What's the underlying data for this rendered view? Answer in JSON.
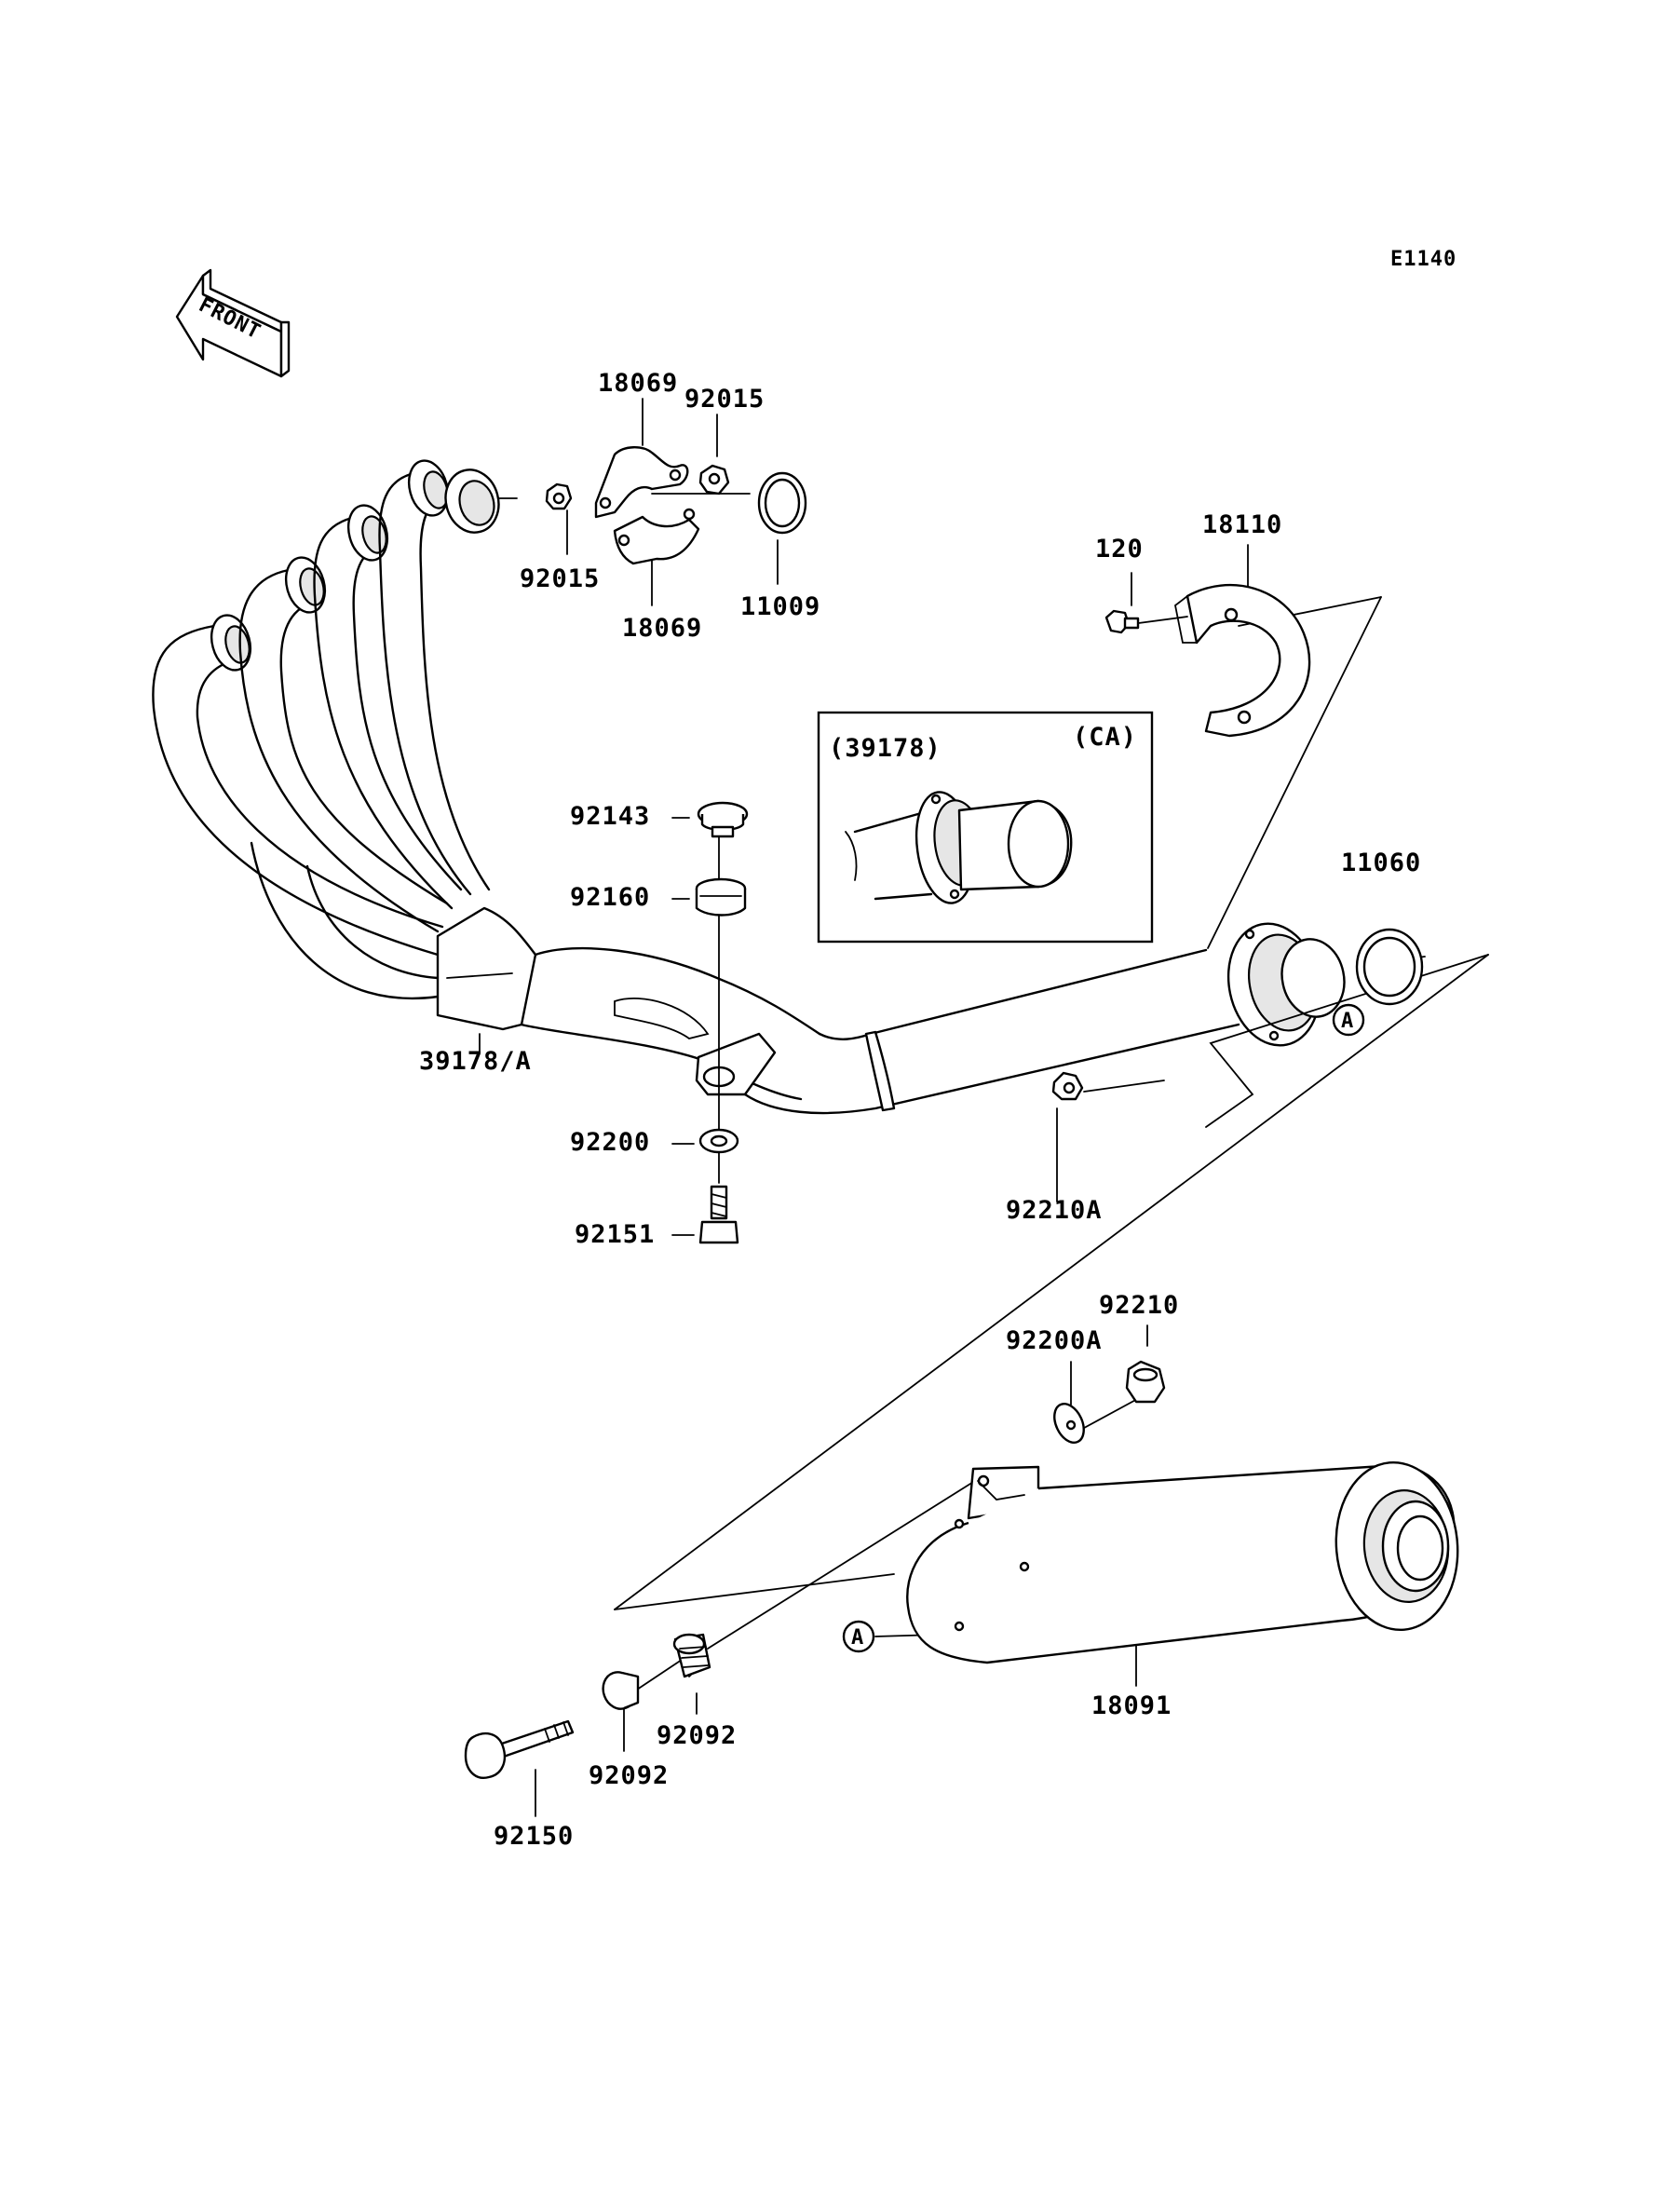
{
  "diagram_id": "E1140",
  "front_marker": "FRONT",
  "inset": {
    "part_label": "(39178)",
    "variant_label": "(CA)"
  },
  "ref_a": "A",
  "labels": {
    "p18069_top": "18069",
    "p92015_top": "92015",
    "p92015_left": "92015",
    "p18069_bottom": "18069",
    "p11009": "11009",
    "p120": "120",
    "p18110": "18110",
    "p92143": "92143",
    "p92160": "92160",
    "p11060": "11060",
    "p39178a": "39178/A",
    "p92200": "92200",
    "p92210a": "92210A",
    "p92151": "92151",
    "p92210": "92210",
    "p92200a": "92200A",
    "p18091": "18091",
    "p92092_right": "92092",
    "p92092_left": "92092",
    "p92150": "92150"
  }
}
